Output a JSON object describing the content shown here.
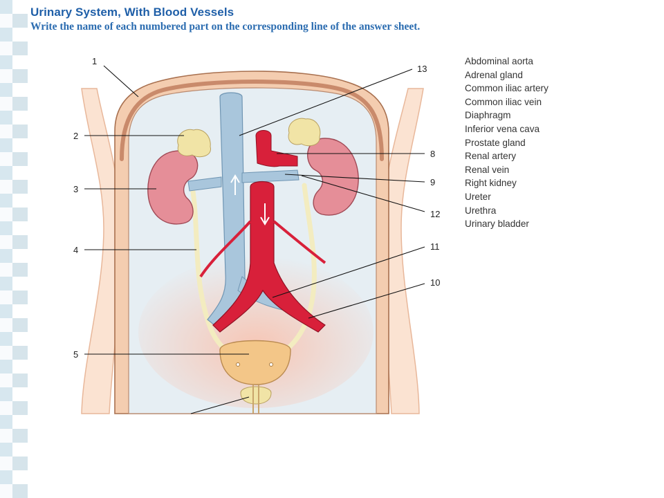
{
  "header": {
    "title": "Urinary System, With Blood Vessels",
    "instructions": "Write the name of each numbered part on the corresponding line of the answer sheet."
  },
  "legend": {
    "items": [
      "Abdominal aorta",
      "Adrenal gland",
      "Common iliac artery",
      "Common iliac vein",
      "Diaphragm",
      "Inferior vena cava",
      "Prostate gland",
      "Renal artery",
      "Renal vein",
      "Right kidney",
      "Ureter",
      "Urethra",
      "Urinary bladder"
    ]
  },
  "callouts": {
    "c1": "1",
    "c2": "2",
    "c3": "3",
    "c4": "4",
    "c5": "5",
    "c8": "8",
    "c9": "9",
    "c10": "10",
    "c11": "11",
    "c12": "12",
    "c13": "13"
  },
  "colors": {
    "title": "#1f5fa8",
    "instructions": "#2b6cb0",
    "skin": "#f4cdb0",
    "cavity": "#e6eef3",
    "vein": "#a9c6dc",
    "artery": "#d8203a",
    "kidney": "#e58e98",
    "adrenal": "#f1e4a6",
    "bladder": "#f3c688",
    "ureter": "#f3ecc0"
  }
}
